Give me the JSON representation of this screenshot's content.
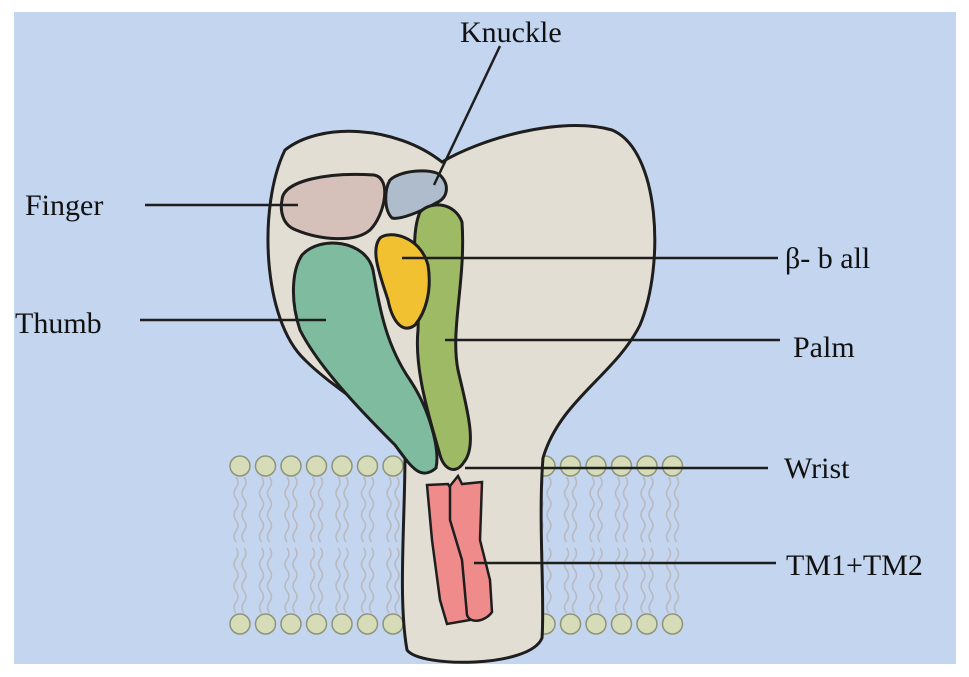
{
  "labels": {
    "knuckle": "Knuckle",
    "finger": "Finger",
    "thumb": "Thumb",
    "beta_ball": "β- b all",
    "palm": "Palm",
    "wrist": "Wrist",
    "tm": "TM1+TM2"
  },
  "colors": {
    "background": "#c4d5ef",
    "body": "#e3ded3",
    "finger": "#d5c1b9",
    "knuckle": "#aebccc",
    "thumb": "#7fbc9f",
    "beta_ball": "#f2c132",
    "palm": "#9fba64",
    "tm": "#ef8b8b",
    "lipid_head": "#d6dcb7",
    "lipid_tail": "#b9b9bf",
    "outline": "#1e1e1e"
  }
}
